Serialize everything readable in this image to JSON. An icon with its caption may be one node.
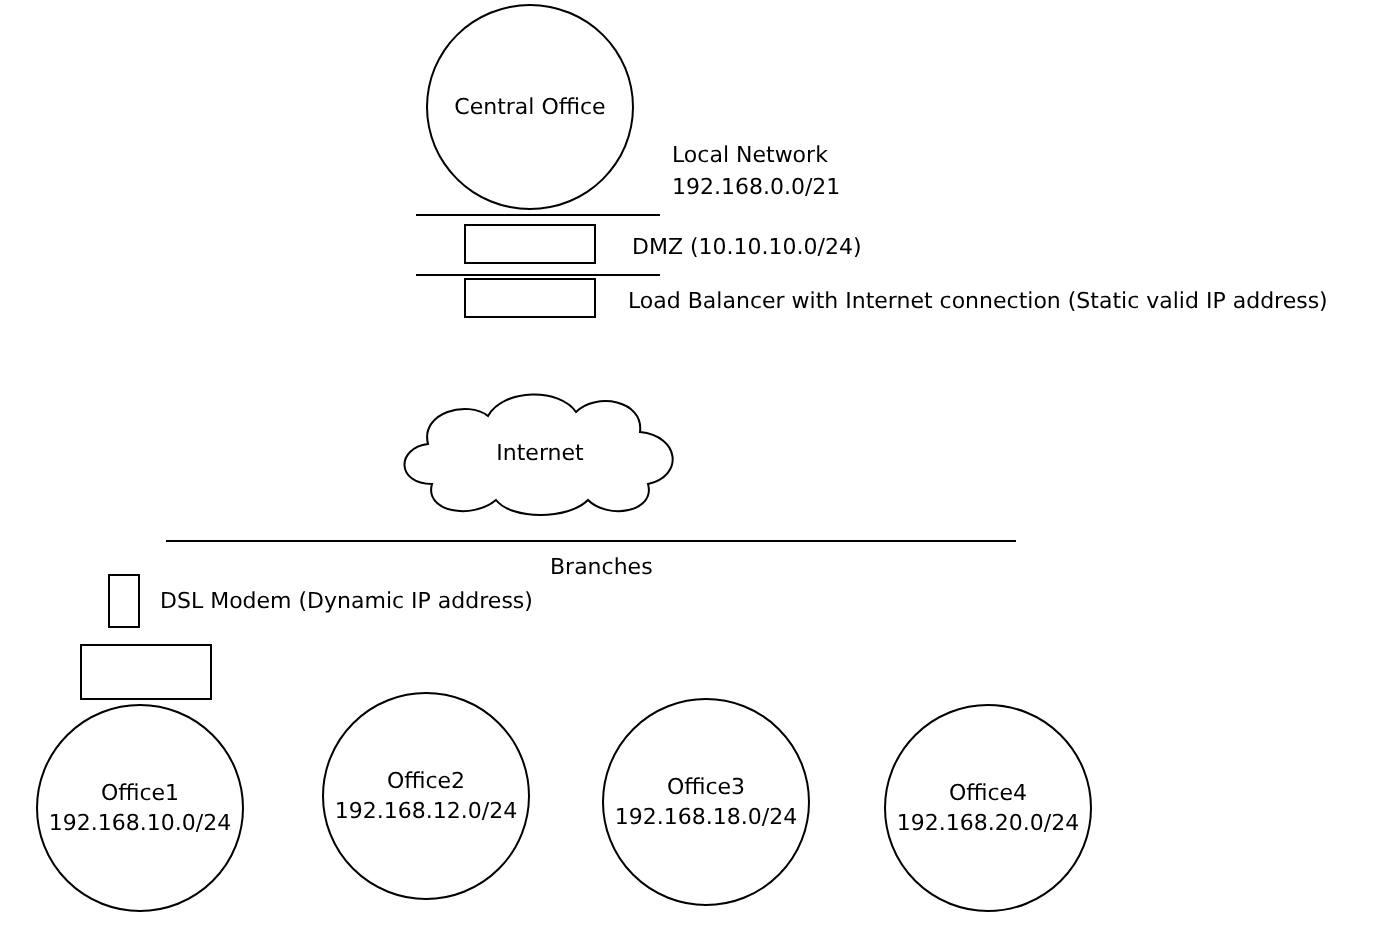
{
  "diagram": {
    "nodes": [
      {
        "text": [
          "Central Office"
        ]
      },
      {
        "text": [],
        "shape": "box",
        "beside": [
          "DMZ (10.10.10.0/24)"
        ]
      },
      {
        "text": [],
        "shape": "box",
        "beside": [
          "Load Balancer with Internet connection (Static valid IP address)"
        ]
      },
      {
        "text": [
          "Internet"
        ]
      },
      {
        "text": [],
        "shape": "box",
        "beside": [
          "DSL Modem (Dynamic IP address)"
        ]
      },
      {
        "text": [],
        "shape": "box"
      },
      {
        "text": [
          "Office1",
          "192.168.10.0/24"
        ]
      },
      {
        "text": [
          "Office2",
          "192.168.12.0/24"
        ]
      },
      {
        "text": [
          "Office3",
          "192.168.18.0/24"
        ]
      },
      {
        "text": [
          "Office4",
          "192.168.20.0/24"
        ]
      }
    ],
    "edges": [],
    "labels": [
      "Local Network 192.168.0.0/21",
      "Branches"
    ]
  }
}
